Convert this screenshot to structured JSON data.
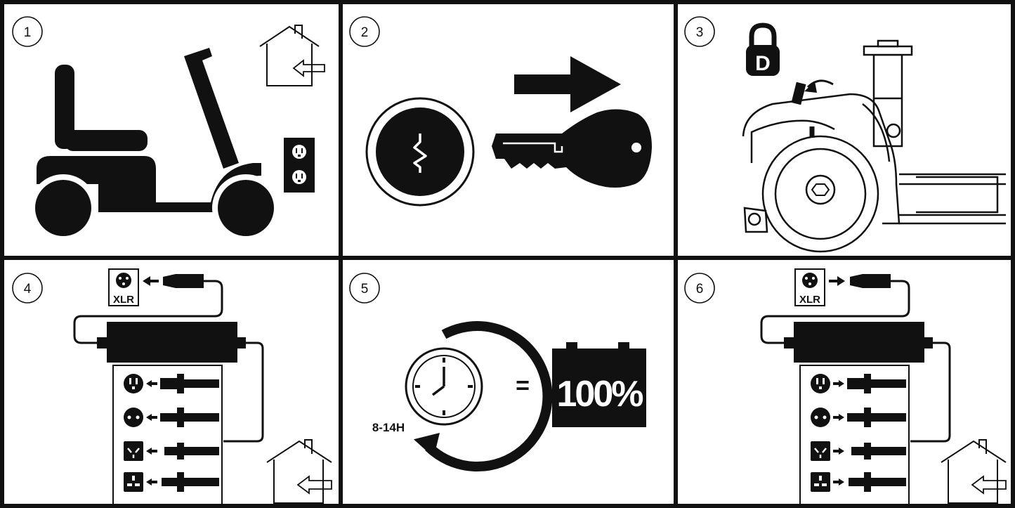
{
  "panels": [
    {
      "step": "1",
      "icons": [
        "scooter-icon",
        "house-indoor-icon",
        "wall-outlet-icon"
      ]
    },
    {
      "step": "2",
      "icons": [
        "key-switch-icon",
        "arrow-right-icon",
        "key-icon"
      ]
    },
    {
      "step": "3",
      "icons": [
        "padlock-d-icon",
        "scooter-rear-icon",
        "freewheel-lever-icon"
      ]
    },
    {
      "step": "4",
      "icons": [
        "xlr-socket-icon",
        "charger-icon",
        "plug-adapters-icon",
        "house-indoor-icon"
      ],
      "xlr_label": "XLR",
      "arrow_direction": "left"
    },
    {
      "step": "5",
      "icons": [
        "clock-cycle-icon",
        "battery-icon"
      ],
      "duration": "8-14H",
      "equals": "=",
      "charge_level": "100%"
    },
    {
      "step": "6",
      "icons": [
        "xlr-socket-icon",
        "charger-icon",
        "plug-adapters-icon",
        "house-indoor-icon"
      ],
      "xlr_label": "XLR",
      "arrow_direction": "right"
    }
  ],
  "colors": {
    "ink": "#111111",
    "background": "#ffffff",
    "mid": "#d0d0d0"
  }
}
